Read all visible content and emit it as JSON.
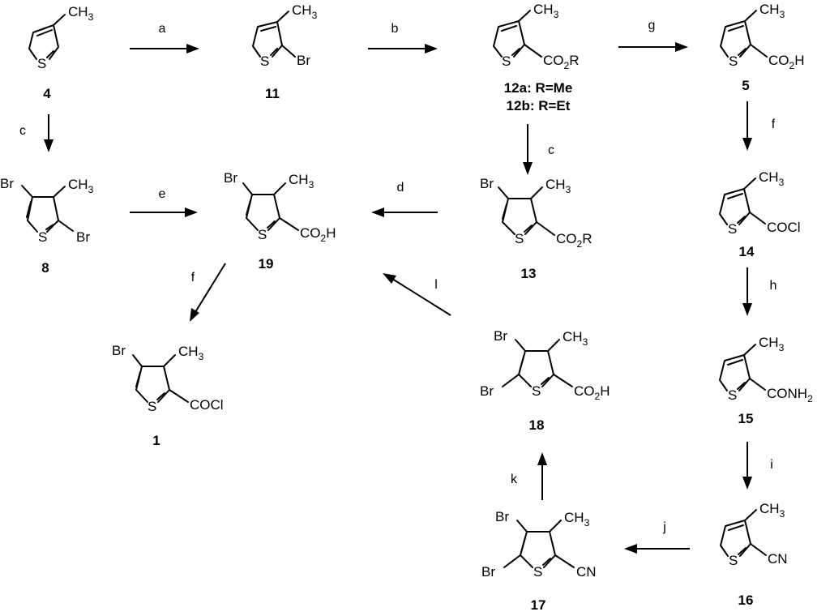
{
  "compounds": {
    "c4": {
      "number": "4",
      "s": "S",
      "ch": "CH",
      "ch_sub": "3"
    },
    "c11": {
      "number": "11",
      "s": "S",
      "ch": "CH",
      "ch_sub": "3",
      "br": "Br"
    },
    "c12": {
      "number_a": "12a:  R=Me",
      "number_b": "12b:  R=Et",
      "s": "S",
      "ch": "CH",
      "ch_sub": "3",
      "sub": "CO",
      "sub_sub": "2",
      "sub_tail": "R"
    },
    "c5": {
      "number": "5",
      "s": "S",
      "ch": "CH",
      "ch_sub": "3",
      "sub": "CO",
      "sub_sub": "2",
      "sub_tail": "H"
    },
    "c8": {
      "number": "8",
      "s": "S",
      "ch": "CH",
      "ch_sub": "3",
      "br4": "Br",
      "br2": "Br"
    },
    "c19": {
      "number": "19",
      "s": "S",
      "ch": "CH",
      "ch_sub": "3",
      "br4": "Br",
      "sub": "CO",
      "sub_sub": "2",
      "sub_tail": "H"
    },
    "c13": {
      "number": "13",
      "s": "S",
      "ch": "CH",
      "ch_sub": "3",
      "br4": "Br",
      "sub": "CO",
      "sub_sub": "2",
      "sub_tail": "R"
    },
    "c14": {
      "number": "14",
      "s": "S",
      "ch": "CH",
      "ch_sub": "3",
      "sub": "COCl"
    },
    "c1": {
      "number": "1",
      "s": "S",
      "ch": "CH",
      "ch_sub": "3",
      "br4": "Br",
      "sub": "COCl"
    },
    "c18": {
      "number": "18",
      "s": "S",
      "ch": "CH",
      "ch_sub": "3",
      "br4": "Br",
      "br5": "Br",
      "sub": "CO",
      "sub_sub": "2",
      "sub_tail": "H"
    },
    "c15": {
      "number": "15",
      "s": "S",
      "ch": "CH",
      "ch_sub": "3",
      "sub": "CONH",
      "sub_sub": "2"
    },
    "c17": {
      "number": "17",
      "s": "S",
      "ch": "CH",
      "ch_sub": "3",
      "br4": "Br",
      "br5": "Br",
      "sub": "CN"
    },
    "c16": {
      "number": "16",
      "s": "S",
      "ch": "CH",
      "ch_sub": "3",
      "sub": "CN"
    }
  },
  "reagents": {
    "a": "a",
    "b": "b",
    "g": "g",
    "c1": "c",
    "c2": "c",
    "f1": "f",
    "e": "e",
    "d": "d",
    "f2": "f",
    "h": "h",
    "l": "l",
    "k": "k",
    "j": "j",
    "i": "i"
  }
}
